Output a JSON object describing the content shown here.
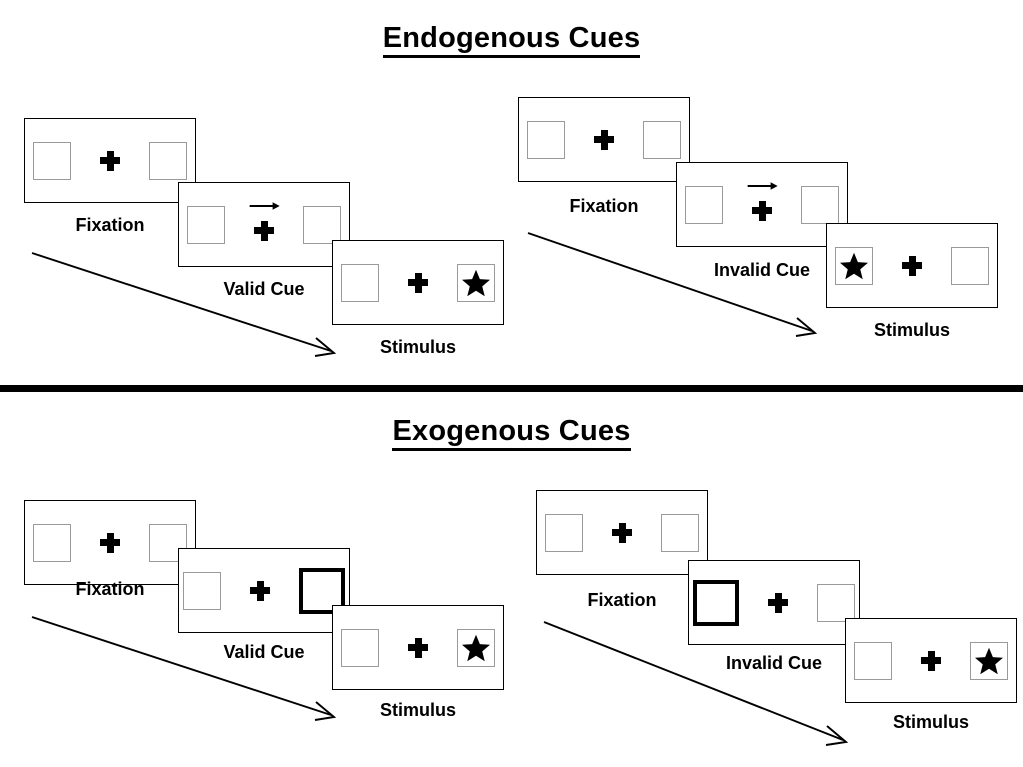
{
  "figure": {
    "title_top": "Endogenous Cues",
    "title_bottom": "Exogenous Cues"
  },
  "sections": [
    {
      "id": "endogenous",
      "title": "Endogenous Cues",
      "sequences": [
        {
          "id": "endogenous-valid",
          "frames": [
            {
              "caption": "Fixation",
              "cue_type": "none",
              "left_box": "empty",
              "right_box": "empty"
            },
            {
              "caption": "Valid Cue",
              "cue_type": "arrow-right",
              "left_box": "empty",
              "right_box": "empty"
            },
            {
              "caption": "Stimulus",
              "cue_type": "none",
              "left_box": "empty",
              "right_box": "star"
            }
          ]
        },
        {
          "id": "endogenous-invalid",
          "frames": [
            {
              "caption": "Fixation",
              "cue_type": "none",
              "left_box": "empty",
              "right_box": "empty"
            },
            {
              "caption": "Invalid Cue",
              "cue_type": "arrow-right",
              "left_box": "empty",
              "right_box": "empty"
            },
            {
              "caption": "Stimulus",
              "cue_type": "none",
              "left_box": "star",
              "right_box": "empty"
            }
          ]
        }
      ]
    },
    {
      "id": "exogenous",
      "title": "Exogenous Cues",
      "sequences": [
        {
          "id": "exogenous-valid",
          "frames": [
            {
              "caption": "Fixation",
              "cue_type": "none",
              "left_box": "empty",
              "right_box": "empty"
            },
            {
              "caption": "Valid Cue",
              "cue_type": "highlight-right",
              "left_box": "empty",
              "right_box": "cued"
            },
            {
              "caption": "Stimulus",
              "cue_type": "none",
              "left_box": "empty",
              "right_box": "star"
            }
          ]
        },
        {
          "id": "exogenous-invalid",
          "frames": [
            {
              "caption": "Fixation",
              "cue_type": "none",
              "left_box": "empty",
              "right_box": "empty"
            },
            {
              "caption": "Invalid Cue",
              "cue_type": "highlight-left",
              "left_box": "cued",
              "right_box": "empty"
            },
            {
              "caption": "Stimulus",
              "cue_type": "none",
              "left_box": "empty",
              "right_box": "star"
            }
          ]
        }
      ]
    }
  ],
  "labels": {
    "fixation": "Fixation",
    "valid_cue": "Valid Cue",
    "invalid_cue": "Invalid Cue",
    "stimulus": "Stimulus"
  },
  "icons": {
    "star": "star-icon",
    "fixation_cross": "fixation-cross-icon",
    "cue_arrow": "arrow-right-icon",
    "time_arrow": "time-flow-arrow-icon"
  },
  "colors": {
    "ink": "#000000",
    "background": "#ffffff",
    "box_border": "#9a9a9a",
    "panel_border": "#000000",
    "cued_box_border": "#000000"
  }
}
